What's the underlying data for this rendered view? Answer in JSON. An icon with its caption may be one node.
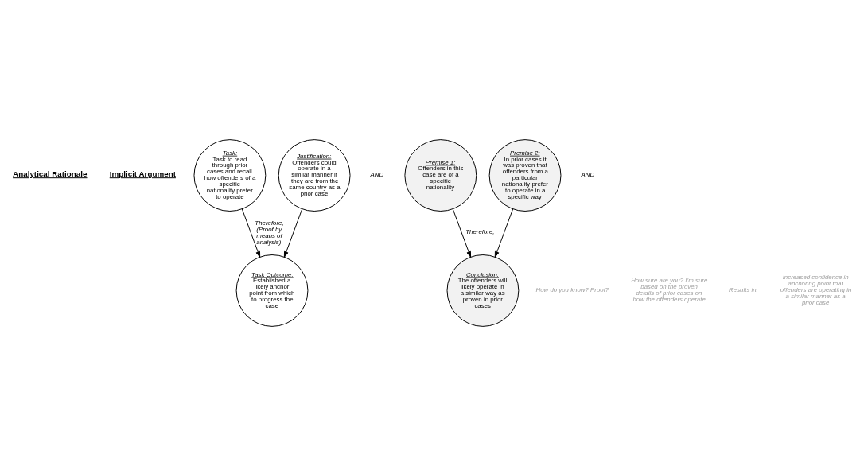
{
  "diagram": {
    "nodes": [
      {
        "text": [
          "Task:",
          "Task to read through prior cases and recall how offenders of a specific nationality prefer to operate"
        ]
      },
      {
        "text": [
          "Justification:",
          "Offenders could operate in a similar manner if they are from the same country as a prior case"
        ]
      },
      {
        "text": [
          "Task Outcome:",
          "Established a likely anchor point from which to progress the case"
        ]
      },
      {
        "text": [
          "Premise 1:",
          "Offenders in this case are of a specific nationality"
        ]
      },
      {
        "text": [
          "Premise 2:",
          "In prior cases it was proven that offenders from a particular nationality prefer to operate in a specific way"
        ]
      },
      {
        "text": [
          "Conclusion:",
          "The offenders will likely operate in a similar way as proven in prior cases"
        ]
      }
    ],
    "edges": [
      {
        "from": 0,
        "to": 2,
        "arrow": "to",
        "label": "Therefore, (Proof by means of analysis)"
      },
      {
        "from": 1,
        "to": 2,
        "arrow": "to"
      },
      {
        "from": 3,
        "to": 5,
        "arrow": "to",
        "label": "Therefore,"
      },
      {
        "from": 4,
        "to": 5,
        "arrow": "to"
      }
    ],
    "labels": [
      "Analytical Rationale",
      "Implicit Argument",
      "AND",
      "AND",
      "How do you know? Proof?",
      "How sure are you? I’m sure based on the proven details of prior cases on how the offenders operate",
      "Results in:",
      "Increased confidence in anchoring point that offenders are operating in a similar manner as a prior case"
    ]
  }
}
